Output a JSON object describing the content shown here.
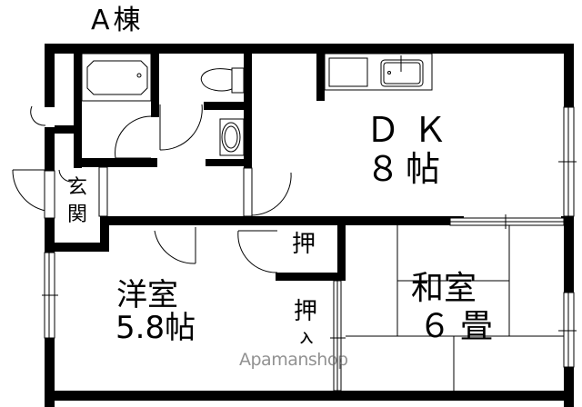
{
  "plan": {
    "building_label": "A棟",
    "watermark": "Apamanshop",
    "colors": {
      "wall": "#000000",
      "background": "#ffffff",
      "fixture_line": "#000000",
      "watermark": "#707070"
    }
  },
  "rooms": {
    "dk": {
      "name": "ＤＫ",
      "size": "８帖"
    },
    "western": {
      "name": "洋室",
      "size": "5.8帖"
    },
    "japanese": {
      "name": "和室",
      "size": "６畳"
    },
    "entrance": {
      "line1": "玄",
      "line2": "関"
    },
    "closet_upper": {
      "name": "押"
    },
    "closet_lower": {
      "name": "押",
      "suffix": "入"
    }
  },
  "fixtures": [
    "bathtub-icon",
    "toilet-icon",
    "washbasin-icon",
    "kitchen-sink-icon",
    "stove-counter-icon"
  ]
}
